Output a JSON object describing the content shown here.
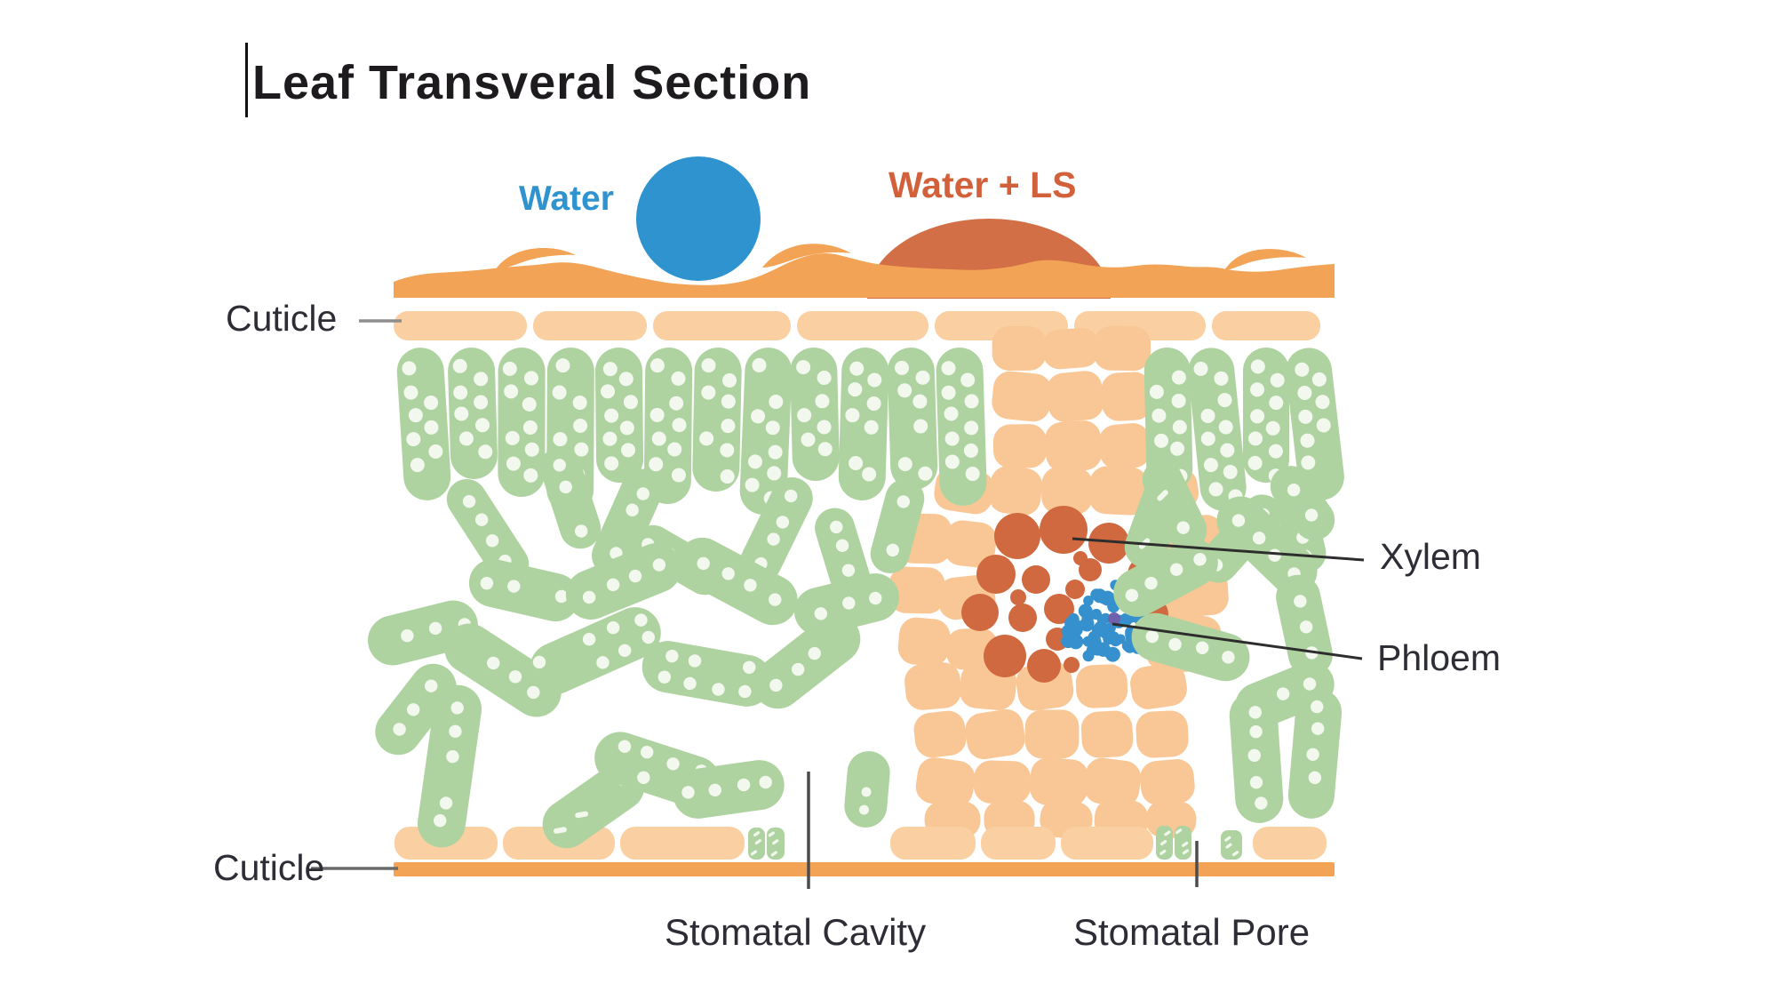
{
  "title": "Leaf Transveral Section",
  "labels": {
    "water": "Water",
    "water_ls": "Water + LS",
    "cuticle_top": "Cuticle",
    "cuticle_bottom": "Cuticle",
    "xylem": "Xylem",
    "phloem": "Phloem",
    "stomatal_cavity": "Stomatal Cavity",
    "stomatal_pore": "Stomatal Pore"
  },
  "colors": {
    "background": "#ffffff",
    "title_text": "#1e1b1f",
    "label_text": "#2e2c35",
    "water_blue": "#2f93d0",
    "water_label": "#2f93d0",
    "water_ls_label": "#d2613b",
    "dome_rust": "#d26f47",
    "xylem_rust": "#d0693f",
    "phloem_blue": "#3590cd",
    "phloem_purple": "#7061ad",
    "cuticle_orange": "#f2a355",
    "epidermis_peach": "#fad0a2",
    "bundle_peach": "#f9c795",
    "mesophyll_green": "#afd3a0",
    "cell_dot": "#f3f8ef",
    "leader_gray": "#8e8e8e",
    "leader_mid": "#6a6a6a",
    "leader_dark": "#2d2d2d",
    "marker_line": "#4c4c4c"
  }
}
